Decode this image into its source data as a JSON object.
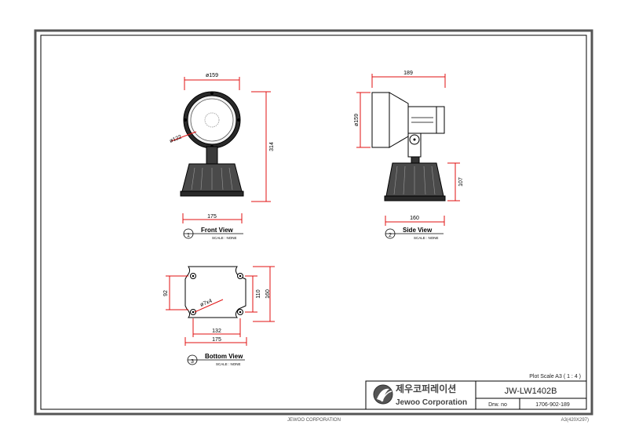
{
  "views": {
    "front": {
      "label": "Front View",
      "scale": "SCALE : NONE",
      "number": "1",
      "dims": {
        "dia_top": "ø159",
        "dia_lens": "ø122",
        "height": "314",
        "base_width": "175"
      }
    },
    "side": {
      "label": "Side View",
      "scale": "SCALE : NONE",
      "number": "2",
      "dims": {
        "length": "189",
        "dia": "ø159",
        "base_height": "107",
        "base_width": "160"
      }
    },
    "bottom": {
      "label": "Bottom View",
      "scale": "SCALE : NONE",
      "number": "3",
      "dims": {
        "left_height": "92",
        "hole": "ø7x4",
        "inner_height": "110",
        "outer_height": "160",
        "inner_width": "132",
        "outer_width": "175"
      }
    }
  },
  "title_block": {
    "plot_scale": "Plot Scale   A3 ( 1 : 4 )",
    "company_korean": "제우코퍼레이션",
    "company_english": "Jewoo Corporation",
    "model": "JW-LW1402B",
    "drw_label": "Drw. no",
    "drw_number": "1706-902-189"
  },
  "footer": {
    "company": "JEWOO CORPORATION",
    "paper": "A3(420X297)"
  }
}
